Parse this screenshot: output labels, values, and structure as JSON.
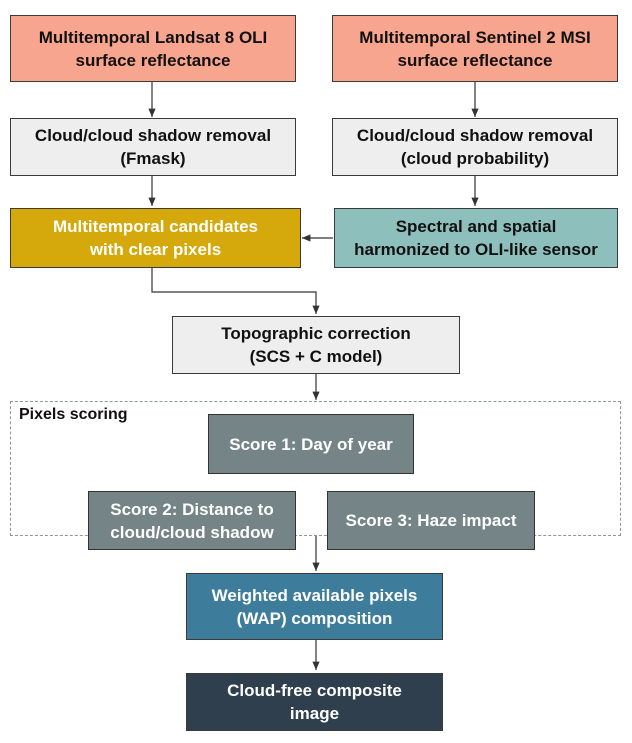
{
  "diagram": {
    "nodes": {
      "landsat_input": "Multitemporal Landsat 8 OLI\nsurface reflectance",
      "sentinel_input": "Multitemporal Sentinel 2 MSI\nsurface reflectance",
      "fmask": "Cloud/cloud shadow removal\n(Fmask)",
      "cloud_prob": "Cloud/cloud shadow removal\n(cloud probability)",
      "candidates": "Multitemporal candidates\nwith clear pixels",
      "harmonized": "Spectral and spatial\nharmonized to OLI-like sensor",
      "topographic": "Topographic correction\n(SCS + C model)",
      "score1": "Score 1: Day of year",
      "score2": "Score 2: Distance to\ncloud/cloud shadow",
      "score3": "Score 3: Haze impact",
      "wap": "Weighted available pixels\n(WAP) composition",
      "output": "Cloud-free composite\nimage"
    },
    "group_label": "Pixels scoring",
    "colors": {
      "input": "#f8a58f",
      "process": "#eeeeee",
      "candidates": "#d5a90b",
      "harmonized": "#8dbfbc",
      "score": "#758487",
      "wap": "#3d7d9b",
      "output": "#2f3f4e"
    },
    "edges": [
      [
        "landsat_input",
        "fmask"
      ],
      [
        "sentinel_input",
        "cloud_prob"
      ],
      [
        "fmask",
        "candidates"
      ],
      [
        "cloud_prob",
        "harmonized"
      ],
      [
        "harmonized",
        "candidates"
      ],
      [
        "candidates",
        "topographic"
      ],
      [
        "topographic",
        "pixels_scoring"
      ],
      [
        "pixels_scoring",
        "wap"
      ],
      [
        "wap",
        "output"
      ]
    ]
  }
}
